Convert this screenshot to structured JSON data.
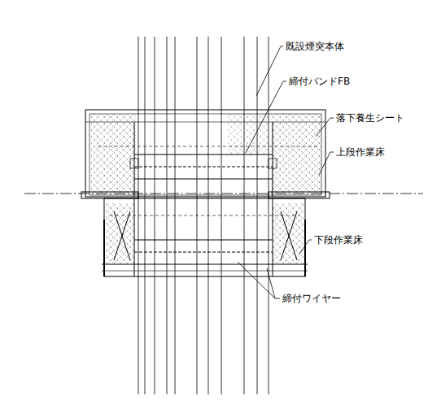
{
  "diagram": {
    "labels": [
      "既設煙突本体",
      "締付バンドFB",
      "落下養生シート",
      "上段作業床",
      "下段作業床",
      "締付ワイヤー"
    ]
  }
}
